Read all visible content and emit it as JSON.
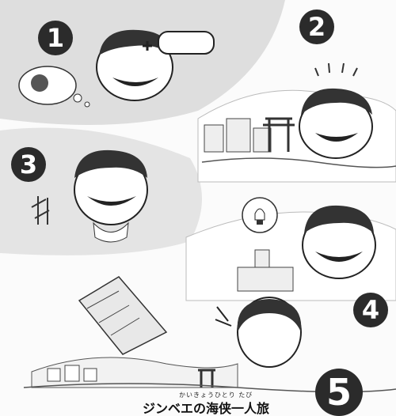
{
  "panels": [
    {
      "number": "1"
    },
    {
      "number": "2"
    },
    {
      "number": "3"
    },
    {
      "number": "4"
    },
    {
      "number": "5"
    }
  ],
  "caption": {
    "title": "ジンベエの海侠一人旅",
    "ruby": "かいきょうひとり たび"
  },
  "colors": {
    "ink": "#2b2b2b",
    "tone": "#d9d9d9",
    "paper": "#fbfbfb"
  }
}
